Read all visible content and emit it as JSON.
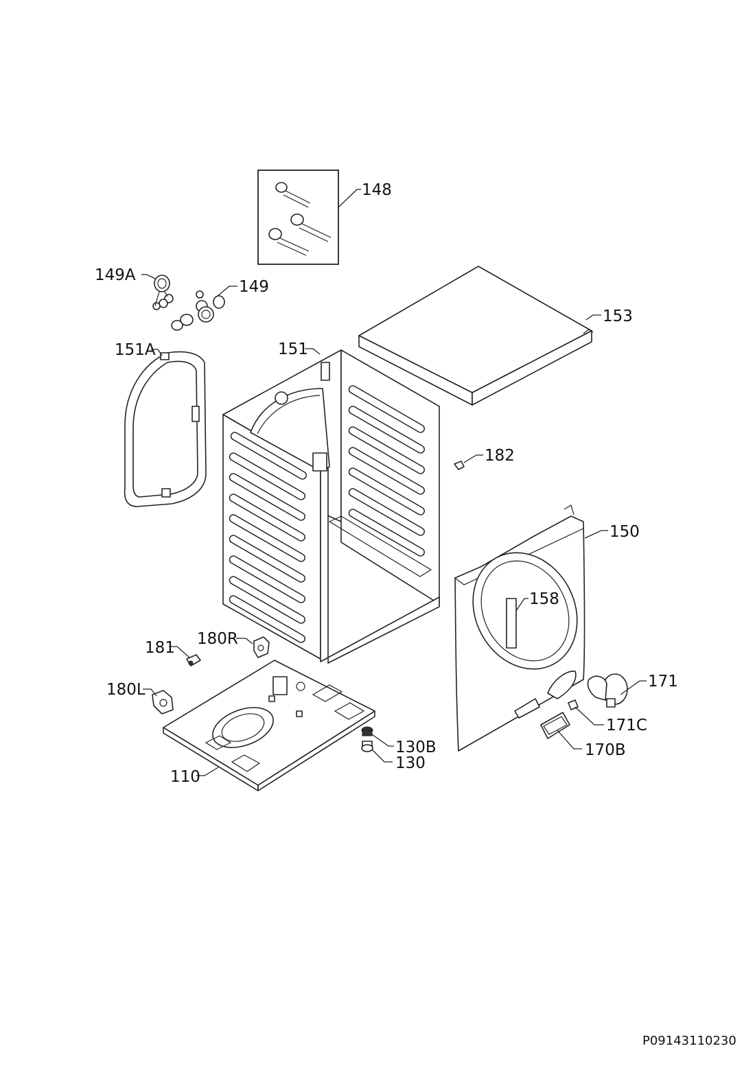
{
  "document_id": "P09143110230",
  "callouts": {
    "c148": "148",
    "c149A": "149A",
    "c149": "149",
    "c153": "153",
    "c151A": "151A",
    "c151": "151",
    "c182": "182",
    "c150": "150",
    "c158": "158",
    "c181": "181",
    "c180R": "180R",
    "c180L": "180L",
    "c171": "171",
    "c171C": "171C",
    "c130B": "130B",
    "c130": "130",
    "c170B": "170B",
    "c110": "110"
  }
}
